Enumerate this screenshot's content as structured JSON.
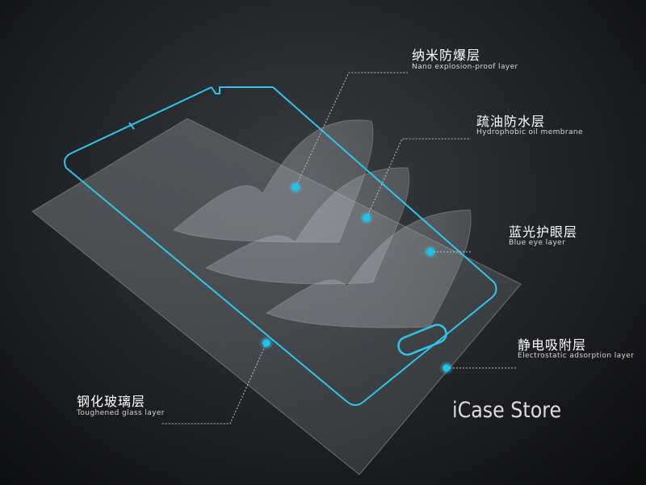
{
  "layers": [
    {
      "zh": "纳米防爆层",
      "en": "Nano explosion-proof layer"
    },
    {
      "zh": "疏油防水层",
      "en": "Hydrophobic oil membrane"
    },
    {
      "zh": "蓝光护眼层",
      "en": "Blue eye layer"
    },
    {
      "zh": "静电吸附层",
      "en": "Electrostatic adsorption layer"
    },
    {
      "zh": "钢化玻璃层",
      "en": "Toughened glass layer"
    }
  ],
  "watermark": "iCase Store",
  "colors": {
    "background": "#2a2d30",
    "outline": "#2ec5e8",
    "marker": "#19c6f2",
    "text": "#ffffff"
  }
}
